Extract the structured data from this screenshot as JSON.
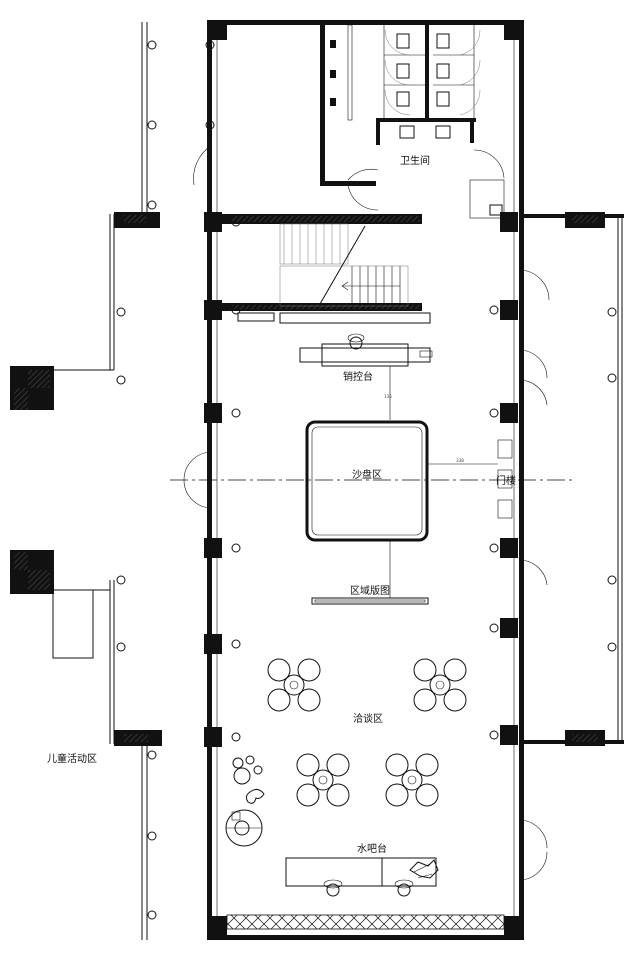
{
  "labels": {
    "restroom": "卫生间",
    "sales_desk": "销控台",
    "sand_table": "沙盘区",
    "entrance": "门楼",
    "regional_map": "区域版图",
    "negotiation": "洽谈区",
    "water_bar": "水吧台",
    "kids_area": "儿童活动区"
  },
  "dimensions": {
    "sand_to_door": "338",
    "desk_to_sand": "135"
  },
  "colors": {
    "line": "#111111",
    "hatch": "#555555",
    "background": "#ffffff"
  }
}
